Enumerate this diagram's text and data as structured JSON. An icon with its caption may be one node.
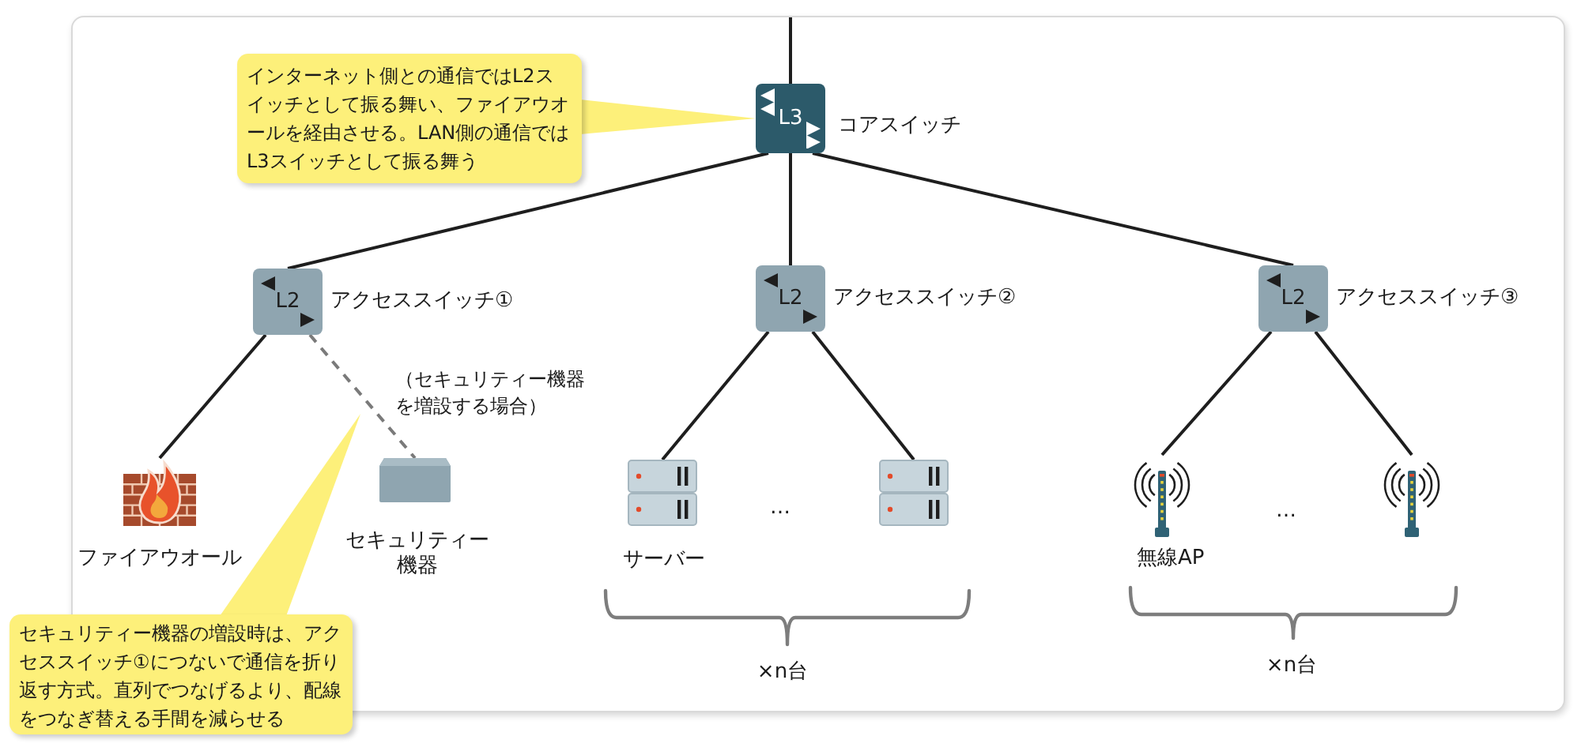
{
  "diagram": {
    "nodes": [
      {
        "text": [
          "インターネット側との通信ではL2スイッチとして振る舞い、ファイアウオールを経由させる。LAN側の通信ではL3スイッチとして振る舞う"
        ]
      },
      {
        "text": [
          "L3"
        ],
        "beside": [
          "コアスイッチ"
        ]
      },
      {
        "text": [
          "L2"
        ],
        "beside": [
          "アクセススイッチ①"
        ]
      },
      {
        "text": [
          "L2"
        ],
        "beside": [
          "アクセススイッチ②"
        ]
      },
      {
        "text": [
          "L2"
        ],
        "beside": [
          "アクセススイッチ③"
        ]
      },
      {
        "text": [],
        "shape": "picture",
        "beside": [
          "ファイアウオール"
        ]
      },
      {
        "text": [],
        "shape": "box",
        "beside": [
          "セキュリティー機器"
        ]
      },
      {
        "text": [],
        "shape": "picture",
        "beside": [
          "サーバー"
        ]
      },
      {
        "text": [],
        "shape": "picture"
      },
      {
        "text": [],
        "shape": "picture",
        "beside": [
          "無線AP"
        ]
      },
      {
        "text": [],
        "shape": "picture"
      },
      {
        "text": [
          "セキュリティー機器の増設時は、アクセススイッチ①につないで通信を折り返す方式。直列でつなげるより、配線をつなぎ替える手間を減らせる"
        ]
      }
    ],
    "edges": [
      {
        "from": null,
        "to": 1,
        "arrow": "none"
      },
      {
        "from": 0,
        "to": 1,
        "arrow": "to"
      },
      {
        "from": 1,
        "to": 2,
        "arrow": "none"
      },
      {
        "from": 1,
        "to": 3,
        "arrow": "none"
      },
      {
        "from": 1,
        "to": 4,
        "arrow": "none"
      },
      {
        "from": 2,
        "to": 5,
        "arrow": "none"
      },
      {
        "from": 2,
        "to": 6,
        "arrow": "none",
        "label": "（セキュリティー機器を増設する場合）",
        "style": "dashed",
        "color": "#7a7a7a"
      },
      {
        "from": 3,
        "to": 7,
        "arrow": "none"
      },
      {
        "from": 3,
        "to": 8,
        "arrow": "none"
      },
      {
        "from": 4,
        "to": 9,
        "arrow": "none"
      },
      {
        "from": 4,
        "to": 10,
        "arrow": "none"
      },
      {
        "from": 11,
        "to": null,
        "arrow": "to"
      }
    ],
    "labels": [
      "…",
      "…",
      "×n台",
      "×n台"
    ]
  }
}
